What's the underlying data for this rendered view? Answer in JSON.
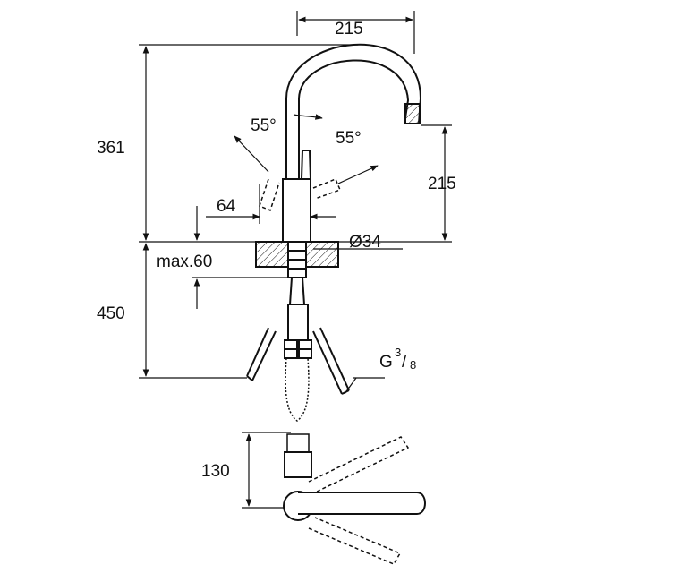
{
  "dimensions": {
    "spout_reach": "215",
    "total_height": "361",
    "spout_height": "215",
    "handle_offset": "64",
    "lever_angle_left": "55°",
    "lever_angle_right": "55°",
    "base_diameter": "Ø34",
    "max_deck_thickness": "max.60",
    "hose_length": "450",
    "thread_prefix": "G",
    "thread_numerator": "3",
    "thread_denominator": "8",
    "top_view_depth": "130"
  },
  "colors": {
    "line": "#111111",
    "background": "#ffffff"
  }
}
